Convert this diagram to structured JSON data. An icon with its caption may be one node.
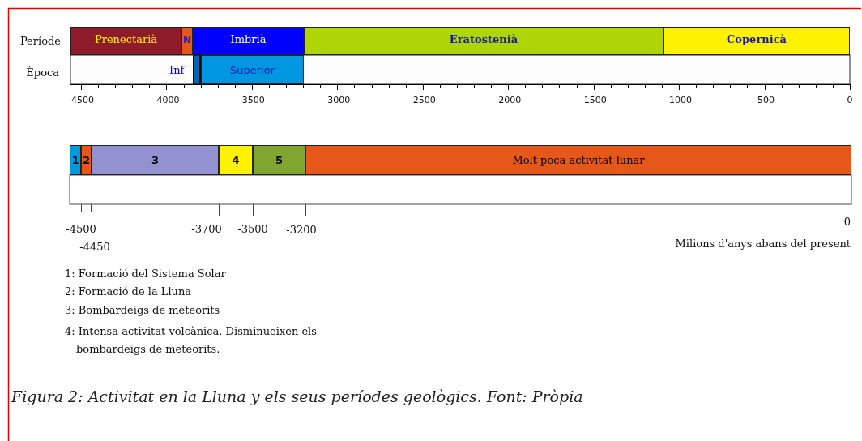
{
  "diagram": {
    "caption": "Figura 2: Activitat en la Lluna y els seus períodes geològics. Font: Pròpia",
    "nodes": [
      {
        "text": [
          "Prenectarià"
        ]
      },
      {
        "text": [
          "N"
        ]
      },
      {
        "text": [
          "Imbrià"
        ]
      },
      {
        "text": [
          "Eratostenià"
        ]
      },
      {
        "text": [
          "Copernicà"
        ]
      },
      {
        "text": [],
        "shape": "box",
        "beside": [
          "Inf"
        ]
      },
      {
        "text": [
          "Superior"
        ]
      },
      {
        "text": [
          "1"
        ]
      },
      {
        "text": [
          "2"
        ]
      },
      {
        "text": [
          "3"
        ]
      },
      {
        "text": [
          "4"
        ]
      },
      {
        "text": [
          "5"
        ]
      },
      {
        "text": [
          "Molt poca activitat lunar"
        ]
      }
    ],
    "labels": [
      "Període",
      "Època",
      "-4500",
      "-4000",
      "-3500",
      "-3000",
      "-2500",
      "-2000",
      "-1500",
      "-1000",
      "-500",
      "0",
      "-4500",
      "-3700",
      "-3500",
      "-3200",
      "0",
      "-4450",
      "Milions d'anys abans del present",
      "1: Formació del Sistema Solar",
      "2: Formació de la Lluna",
      "3: Bombardeigs de meteorits",
      "4: Intensa activitat volcànica. Disminueixen els bombardeigs de meteorits."
    ]
  }
}
